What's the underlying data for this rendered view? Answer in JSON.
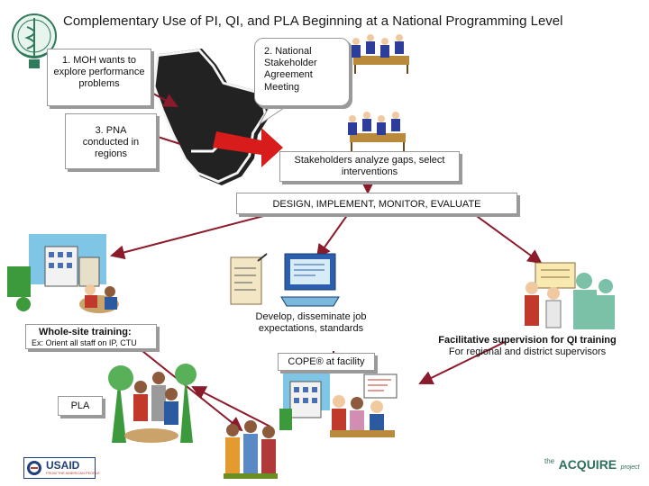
{
  "title": "Complementary Use of PI, QI, and PLA Beginning at a National Programming Level",
  "steps": {
    "moh": "1. MOH wants to explore performance problems",
    "meeting": "2. National Stakeholder Agreement Meeting",
    "pna": "3. PNA conducted in regions",
    "stakeholders": "Stakeholders analyze gaps, select interventions",
    "design": "DESIGN, IMPLEMENT, MONITOR, EVALUATE"
  },
  "interventions": {
    "whole_site_title": "Whole-site training:",
    "whole_site_sub": "Ex: Orient all staff on IP, CTU",
    "job_expectations": "Develop, disseminate job expectations, standards",
    "cope": "COPE® at facility",
    "supervision_title": "Facilitative supervision for QI training",
    "supervision_sub": "For regional and district supervisors",
    "pla": "PLA"
  },
  "logos": {
    "usaid": "USAID",
    "usaid_tagline": "FROM THE AMERICAN PEOPLE",
    "acquire": "ACQUIRE",
    "acquire_prefix": "the",
    "acquire_suffix": "project"
  },
  "colors": {
    "arrow": "#8b1a2b",
    "red_arrow": "#d81b1b",
    "map": "#222222",
    "box_shadow": "#9a9a9a"
  }
}
